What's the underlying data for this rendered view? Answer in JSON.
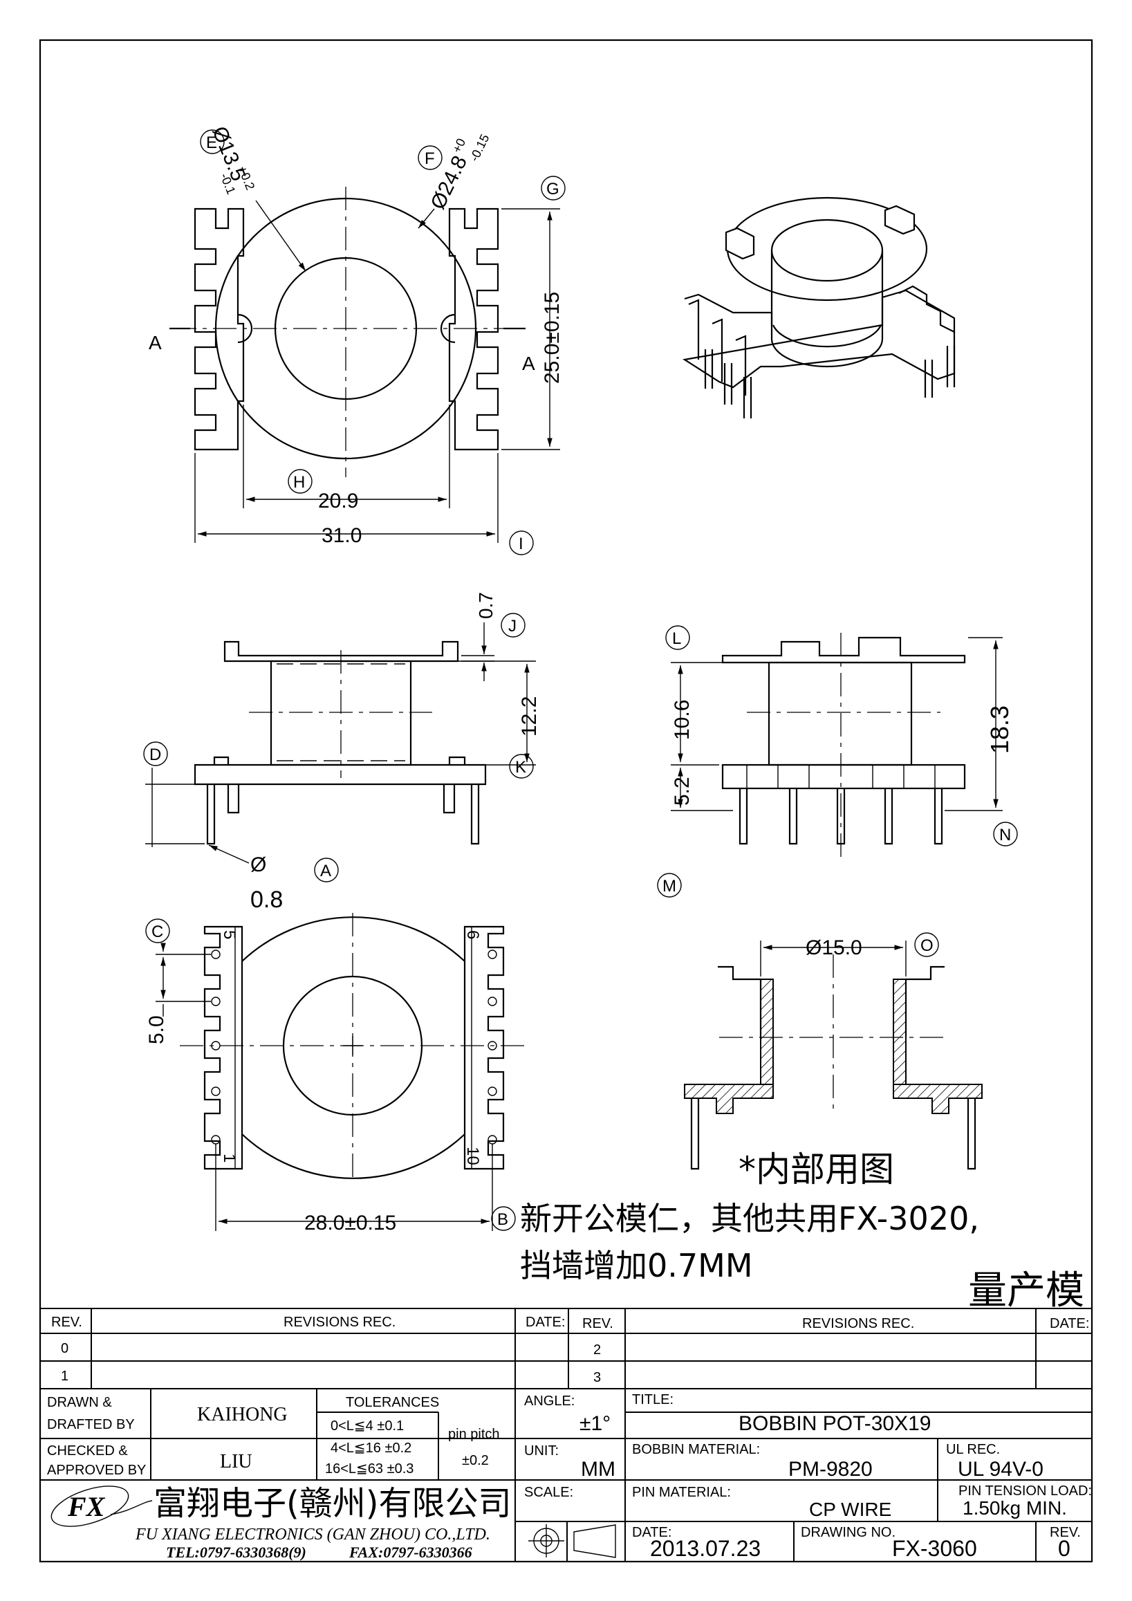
{
  "drawing": {
    "callouts": [
      "E",
      "F",
      "G",
      "H",
      "I",
      "J",
      "K",
      "D",
      "A",
      "L",
      "M",
      "N",
      "C",
      "O",
      "B"
    ],
    "section_mark": "A",
    "dims": {
      "top_inner_dia": "Ø13.5",
      "top_inner_tol_up": "+0.2",
      "top_inner_tol_low": "-0.1",
      "top_outer_dia": "Ø24.8",
      "top_outer_tol_up": "+0",
      "top_outer_tol_low": "-0.15",
      "height": "25.0±0.15",
      "inner_width": "20.9",
      "outer_width": "31.0",
      "flange": "0.7",
      "winding": "12.2",
      "pin_dia_symbol": "Ø",
      "pin_dia": "0.8",
      "side_upper": "10.6",
      "side_lower": "5.2",
      "total": "18.3",
      "pitch": "5.0",
      "span": "28.0±0.15",
      "core_dia": "Ø15.0"
    },
    "pins_left_top": "5",
    "pins_right_top": "6",
    "pins_left_bottom": "1",
    "pins_right_bottom": "10",
    "note_internal": "*内部用图",
    "note_line1": "新开公模仁，其他共用FX-3020,",
    "note_line2": "挡墙增加0.7MM",
    "mass_prod": "量产模"
  },
  "title_block": {
    "rev_header": "REV.",
    "revisions_header": "REVISIONS   REC.",
    "date_header": "DATE:",
    "rev_rows": [
      "0",
      "1"
    ],
    "rev_rows_right": [
      "2",
      "3"
    ],
    "drawn_label_1": "DRAWN &",
    "drawn_label_2": "DRAFTED BY",
    "drawn_by": "KAIHONG",
    "checked_label_1": "CHECKED &",
    "checked_label_2": "APPROVED BY",
    "checked_by": "LIU",
    "tolerances_header": "TOLERANCES",
    "tol_rows": [
      "0<L≦4    ±0.1",
      "4<L≦16  ±0.2",
      "16<L≦63  ±0.3"
    ],
    "pin_pitch_label": "pin pitch",
    "pin_pitch_tol": "±0.2",
    "angle_label": "ANGLE:",
    "angle_value": "±1°",
    "unit_label": "UNIT:",
    "unit_value": "MM",
    "scale_label": "SCALE:",
    "title_label": "TITLE:",
    "title_value": "BOBBIN  POT-30X19",
    "bobbin_material_label": "BOBBIN MATERIAL:",
    "bobbin_material_value": "PM-9820",
    "ul_rec_label": "UL REC.",
    "ul_rec_value": "UL  94V-0",
    "pin_material_label": "PIN MATERIAL:",
    "pin_material_value": "CP  WIRE",
    "pin_tension_label": "PIN TENSION LOAD:",
    "pin_tension_value": "1.50kg  MIN.",
    "date_label": "DATE:",
    "date_value": "2013.07.23",
    "drawing_no_label": "DRAWING NO.",
    "drawing_no_value": "FX-3060",
    "rev_label": "REV.",
    "rev_value": "0",
    "company_cn": "富翔电子(赣州)有限公司",
    "company_en": "FU  XIANG  ELECTRONICS  (GAN  ZHOU)  CO.,LTD.",
    "tel": "TEL:0797-6330368(9)",
    "fax": "FAX:0797-6330366",
    "logo_text": "FX"
  }
}
